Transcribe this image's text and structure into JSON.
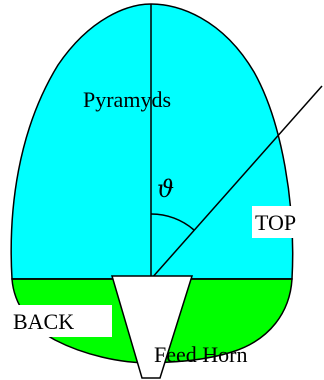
{
  "diagram": {
    "labels": {
      "pyramids": "Pyramyds",
      "theta": "ϑ",
      "top": "TOP",
      "back": "BACK",
      "feed_horn": "Feed Horn"
    },
    "colors": {
      "top_region": "#00ffff",
      "back_region": "#00ff00",
      "outline": "#000000",
      "background": "#ffffff"
    }
  }
}
